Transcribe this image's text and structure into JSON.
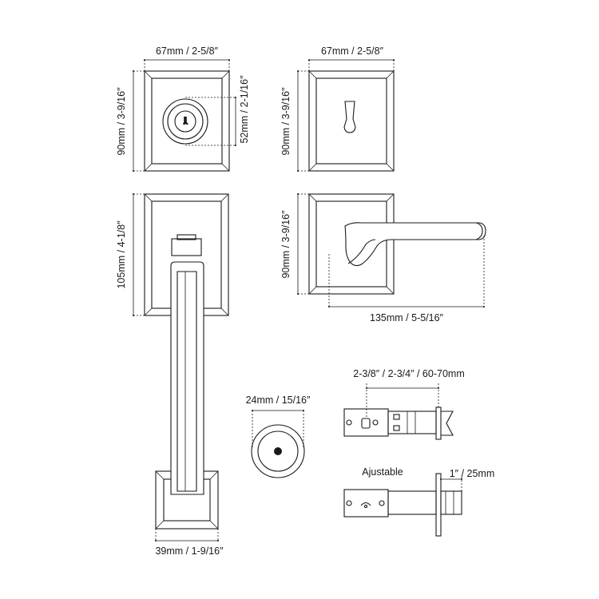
{
  "dimensions": {
    "deadbolt_width": "67mm / 2-5/8″",
    "deadbolt_height": "90mm / 3-9/16″",
    "cylinder_height": "52mm / 2-1/16″",
    "thumbturn_width": "67mm / 2-5/8″",
    "thumbturn_height": "90mm / 3-9/16″",
    "handle_plate_height": "105mm / 4-1/8″",
    "lever_plate_height": "90mm / 3-9/16″",
    "lever_length": "135mm / 5-5/16″",
    "handle_bottom_width": "39mm / 1-9/16″",
    "privacy_diameter": "24mm / 15/16″",
    "latch_backset": "2-3/8″ / 2-3/4″ / 60-70mm",
    "adjustable_label": "Ajustable",
    "bolt_throw": "1″ / 25mm"
  },
  "colors": {
    "line": "#1a1a1a",
    "background": "#ffffff"
  }
}
